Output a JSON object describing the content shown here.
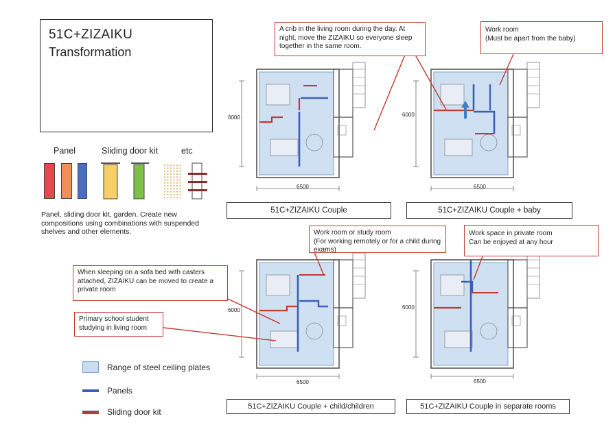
{
  "title": {
    "line1": "51C+ZIZAIKU",
    "line2": "Transformation"
  },
  "kit": {
    "panel_label": "Panel",
    "sliding_label": "Sliding door kit",
    "etc_label": "etc",
    "description": "Panel, sliding door kit, garden. Create new compositions using combinations with suspended shelves and other elements.",
    "colors": {
      "red": "#e8474e",
      "orange": "#f08f5a",
      "blue": "#4a6fc0",
      "yellow": "#f6cf68",
      "green": "#7cc04a",
      "brown": "#8b2c2c",
      "beige": "#e6c890"
    }
  },
  "callouts": {
    "crib": "A crib in the living room during the day. At night, move the ZIZAIKU so everyone sleep together in the same room.",
    "work_line1": "Work room",
    "work_line2": "(Must be apart from the baby)",
    "study_line1": "Work room or study room",
    "study_line2": "(For working remotely or for a child during exams)",
    "sofa": "When sleeping on a sofa bed with casters attached, ZIZAIKU can be moved to create a private room",
    "primary": "Primary school student studying in living room",
    "private_line1": "Work space in private room",
    "private_line2": "Can be enjoyed at any hour"
  },
  "plans": {
    "dim_height": "6000",
    "dim_width": "6500",
    "captions": [
      "51C+ZIZAIKU Couple",
      "51C+ZIZAIKU Couple + baby",
      "51C+ZIZAIKU Couple + child/children",
      "51C+ZIZAIKU Couple in separate rooms"
    ]
  },
  "legend": {
    "ceiling": "Range of steel ceiling plates",
    "panels": "Panels",
    "sliding": "Sliding door kit",
    "colors": {
      "ceiling_fill": "#c8dcf2",
      "ceiling_border": "#7f9fc9",
      "panel": "#3b5fb8",
      "sliding": "#c0392b"
    }
  }
}
